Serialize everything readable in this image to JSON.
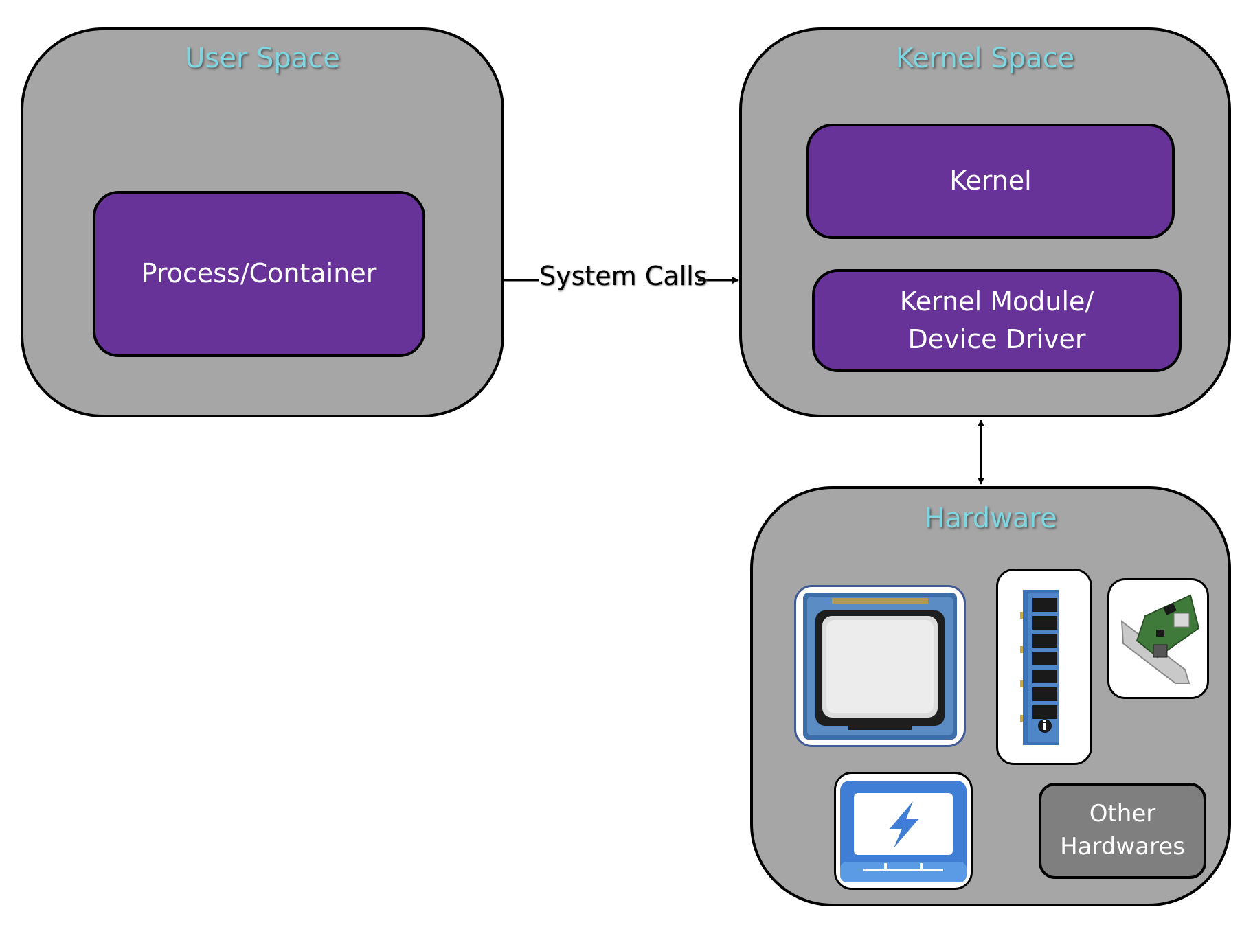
{
  "user_space": {
    "title": "User Space",
    "process_box": "Process/Container"
  },
  "kernel_space": {
    "title": "Kernel Space",
    "kernel_box": "Kernel",
    "module_line1": "Kernel Module/",
    "module_line2": "Device Driver"
  },
  "connector": {
    "label": "System Calls"
  },
  "hardware": {
    "title": "Hardware",
    "icons": [
      "cpu-icon",
      "ram-icon",
      "network-card-icon",
      "storage-drive-icon"
    ],
    "other_line1": "Other",
    "other_line2": "Hardwares"
  },
  "colors": {
    "panel_fill": "#a6a6a6",
    "box_fill": "#673399",
    "title_color": "#7ed6e0",
    "other_fill": "#7f7f7f"
  }
}
